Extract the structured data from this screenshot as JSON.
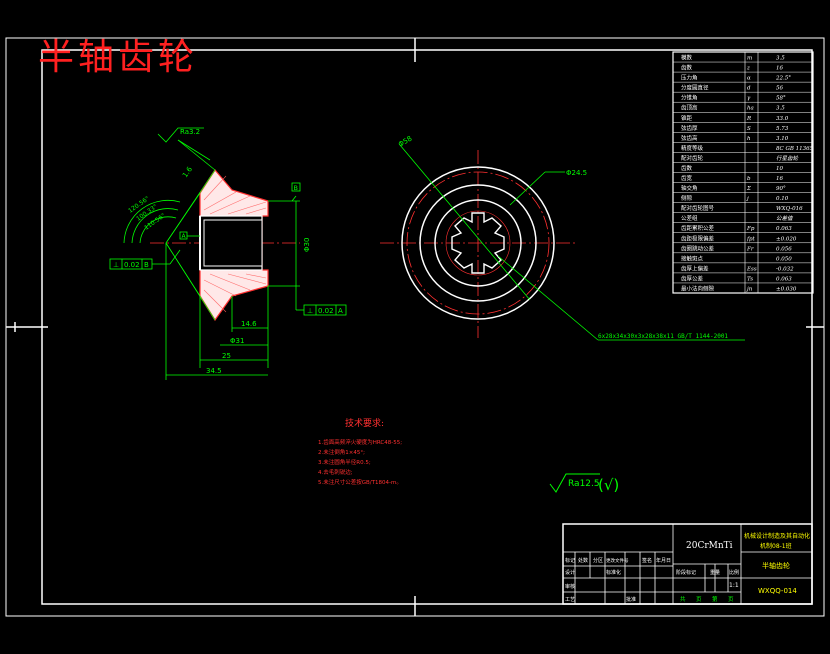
{
  "drawing_title": "半轴齿轮",
  "params": {
    "rows": [
      {
        "name": "模数",
        "sym": "m",
        "val": "3.5"
      },
      {
        "name": "齿数",
        "sym": "z",
        "val": "16"
      },
      {
        "name": "压力角",
        "sym": "α",
        "val": "22.5°"
      },
      {
        "name": "分度圆直径",
        "sym": "d",
        "val": "56"
      },
      {
        "name": "分锥角",
        "sym": "γ",
        "val": "58°"
      },
      {
        "name": "齿顶高",
        "sym": "ha",
        "val": "3.5"
      },
      {
        "name": "锥距",
        "sym": "R",
        "val": "33.0"
      },
      {
        "name": "弦齿厚",
        "sym": "S",
        "val": "5.73"
      },
      {
        "name": "弦齿高",
        "sym": "h",
        "val": "3.10"
      },
      {
        "name": "精度等级",
        "sym": "",
        "val": "8C GB 11365"
      },
      {
        "name": "配对齿轮",
        "sym": "",
        "val": "行星齿轮"
      },
      {
        "name": "齿数",
        "sym": "",
        "val": "10"
      },
      {
        "name": "齿宽",
        "sym": "b",
        "val": "16"
      },
      {
        "name": "轴交角",
        "sym": "Σ",
        "val": "90°"
      },
      {
        "name": "侧隙",
        "sym": "j",
        "val": "0.10"
      },
      {
        "name": "配对齿轮图号",
        "sym": "",
        "val": "WXQ-016"
      },
      {
        "name": "公差组",
        "sym": "",
        "val": "公差值"
      },
      {
        "name": "齿距累积公差",
        "sym": "Fp",
        "val": "0.063"
      },
      {
        "name": "齿距极限偏差",
        "sym": "fpt",
        "val": "±0.020"
      },
      {
        "name": "齿圈跳动公差",
        "sym": "Fr",
        "val": "0.056"
      },
      {
        "name": "接触斑点",
        "sym": "",
        "val": "0.050"
      },
      {
        "name": "齿厚上偏差",
        "sym": "Ess",
        "val": "-0.032"
      },
      {
        "name": "齿厚公差",
        "sym": "Ts",
        "val": "0.063"
      },
      {
        "name": "最小法向侧隙",
        "sym": "jn",
        "val": "±0.030"
      }
    ]
  },
  "annotations": {
    "roughness_top": "Ra3.2",
    "chamfer": "1.6",
    "angle1": "120.56°",
    "angle2": "100.33°",
    "angle3": "110.56°",
    "datum_a": "A",
    "datum_b": "B",
    "tol_left": [
      "⊥",
      "0.02",
      "B"
    ],
    "tol_right": [
      "⊥",
      "0.02",
      "A"
    ],
    "dim_phi30": "Φ30",
    "dim_14_6": "14.6",
    "dim_32": "Φ31",
    "dim_25": "25",
    "dim_34_5": "34.5",
    "dim_phi58": "Φ58",
    "dim_phi24": "Φ24.5",
    "spline_note": "6x28x34x30x3x28x38x11 GB/T 1144-2001",
    "surface_note": "Ra12.5",
    "surface_check": "(√)"
  },
  "tech_req": {
    "heading": "技术要求:",
    "lines": [
      "1.齿面高频淬火硬度为HRC48-55;",
      "2.未注倒角1×45°;",
      "3.未注圆角半径R0.5;",
      "4.去毛刺锐边;",
      "5.未注尺寸公差按GB/T1804-m。"
    ]
  },
  "title_block": {
    "material": "20CrMnTi",
    "school": "机械设计制造及其自动化",
    "class": "机制08-1班",
    "part_name": "半轴齿轮",
    "drawing_no": "WXQQ-014",
    "labels_row1": [
      "标记",
      "处数",
      "分区",
      "更改文件号",
      "签名",
      "年月日"
    ],
    "labels_mid": [
      "阶段标记",
      "重量",
      "比例"
    ],
    "scale": "1:1",
    "sheet": [
      "共",
      "页",
      "第",
      "页"
    ],
    "row_design": "设计",
    "row_check": "审核",
    "row_process": "工艺",
    "row_approve": "批准",
    "row_std": "标准化"
  }
}
